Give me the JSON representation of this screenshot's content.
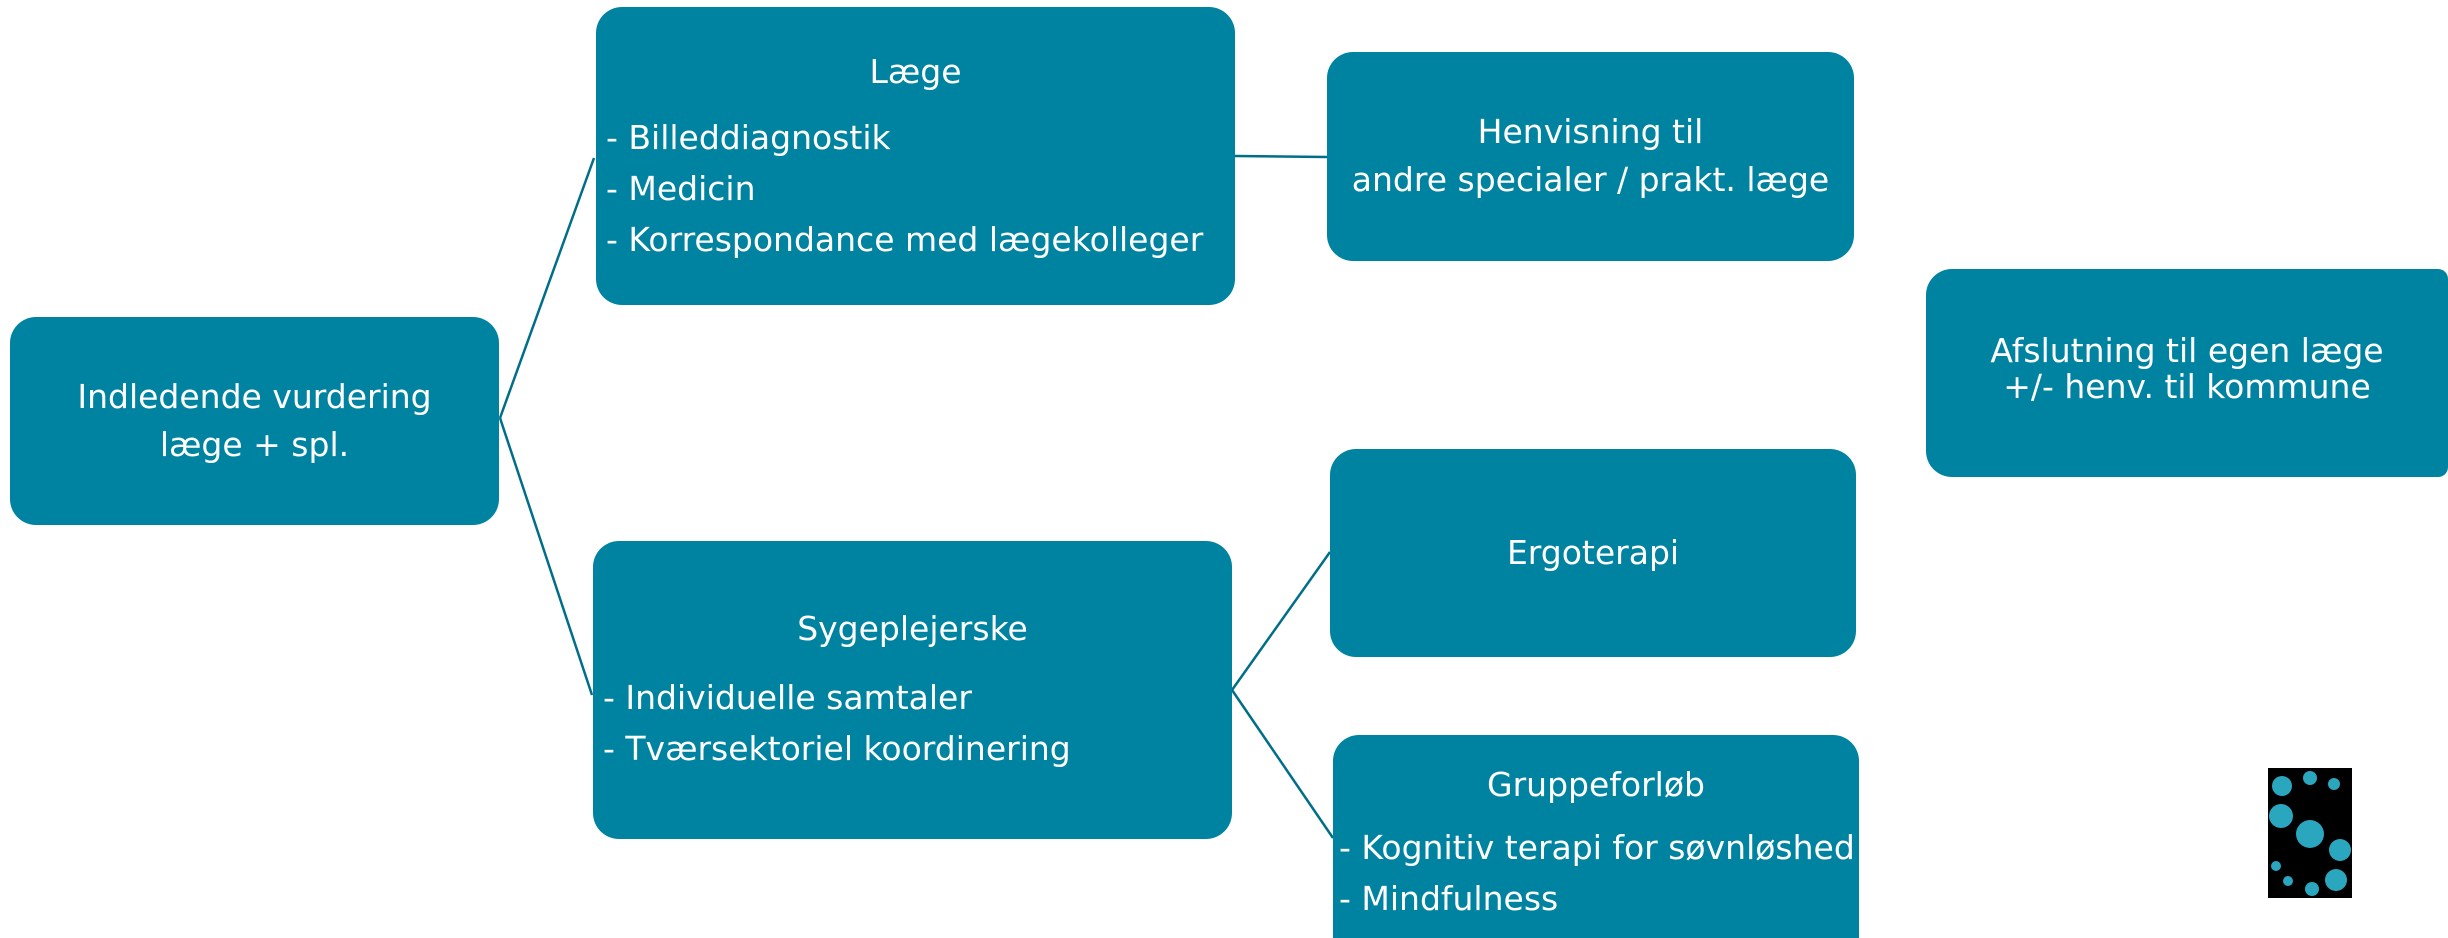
{
  "colors": {
    "box": "#0083a0",
    "line": "#006e88",
    "text": "#ffffff",
    "logo_bg": "#000000",
    "logo_dots": "#2aa6bf"
  },
  "nodes": {
    "start": {
      "lines": [
        "Indledende vurdering",
        "læge + spl."
      ]
    },
    "doctor": {
      "title": "Læge",
      "items": [
        "- Billeddiagnostik",
        "- Medicin",
        "- Korrespondance med lægekolleger"
      ]
    },
    "referral": {
      "lines": [
        "Henvisning til",
        "andre specialer / prakt. læge"
      ]
    },
    "nurse": {
      "title": "Sygeplejerske",
      "items": [
        "- Individuelle samtaler",
        "- Tværsektoriel koordinering"
      ]
    },
    "occupational": {
      "lines": [
        "Ergoterapi"
      ]
    },
    "group": {
      "title": "Gruppeforløb",
      "items": [
        "- Kognitiv terapi for søvnløshed",
        "- Mindfulness"
      ]
    },
    "closure": {
      "lines": [
        "Afslutning til egen læge",
        "+/- henv. til kommune"
      ]
    }
  },
  "logo": {
    "icon": "dots-logo-icon"
  }
}
